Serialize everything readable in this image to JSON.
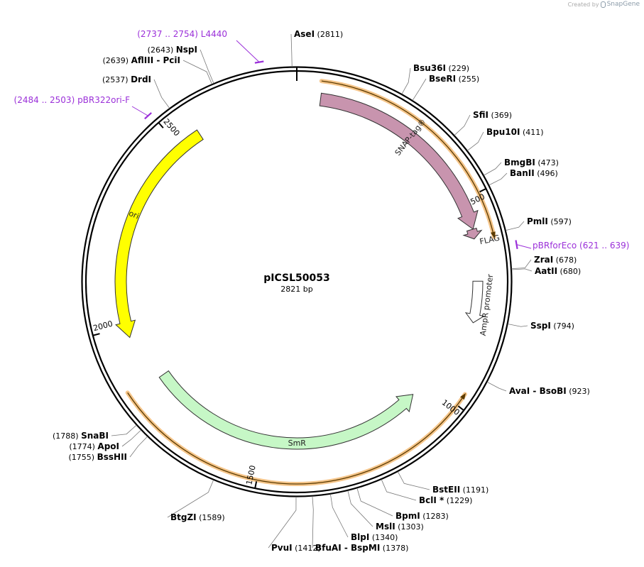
{
  "credit": {
    "prefix": "Created by",
    "brand": "SnapGene"
  },
  "plasmid": {
    "name": "pICSL50053",
    "size_label": "2821 bp",
    "length": 2821
  },
  "colors": {
    "backbone": "#000000",
    "snap_tag": "#c894ae",
    "flag": "#c894ae",
    "ampr_promoter": "#ffffff",
    "smr": "#c6f7c6",
    "ori": "#ffff00",
    "primer": "#9b30d9",
    "orf_highlight": "#f5c58a"
  },
  "ticks": [
    {
      "label": "500",
      "bp": 500
    },
    {
      "label": "1000",
      "bp": 1000
    },
    {
      "label": "1500",
      "bp": 1500
    },
    {
      "label": "2000",
      "bp": 2000
    },
    {
      "label": "2500",
      "bp": 2500
    }
  ],
  "sites": [
    {
      "name": "AseI",
      "pos": "(2811)",
      "bp": 2811
    },
    {
      "name": "Bsu36I",
      "pos": "(229)",
      "bp": 229
    },
    {
      "name": "BseRI",
      "pos": "(255)",
      "bp": 255
    },
    {
      "name": "SfiI",
      "pos": "(369)",
      "bp": 369
    },
    {
      "name": "Bpu10I",
      "pos": "(411)",
      "bp": 411
    },
    {
      "name": "BmgBI",
      "pos": "(473)",
      "bp": 473
    },
    {
      "name": "BanII",
      "pos": "(496)",
      "bp": 496
    },
    {
      "name": "PmlI",
      "pos": "(597)",
      "bp": 597
    },
    {
      "name": "ZraI",
      "pos": "(678)",
      "bp": 678
    },
    {
      "name": "AatII",
      "pos": "(680)",
      "bp": 680
    },
    {
      "name": "SspI",
      "pos": "(794)",
      "bp": 794
    },
    {
      "name": "AvaI  -  BsoBI",
      "pos": "(923)",
      "bp": 923
    },
    {
      "name": "BstEII",
      "pos": "(1191)",
      "bp": 1191
    },
    {
      "name": "BclI *",
      "pos": "(1229)",
      "bp": 1229
    },
    {
      "name": "BpmI",
      "pos": "(1283)",
      "bp": 1283
    },
    {
      "name": "MslI",
      "pos": "(1303)",
      "bp": 1303
    },
    {
      "name": "BlpI",
      "pos": "(1340)",
      "bp": 1340
    },
    {
      "name": "BfuAI  -  BspMI",
      "pos": "(1378)",
      "bp": 1378
    },
    {
      "name": "PvuI",
      "pos": "(1412)",
      "bp": 1412
    },
    {
      "name": "BtgZI",
      "pos": "(1589)",
      "bp": 1589
    },
    {
      "name": "BssHII",
      "pos": "(1755)",
      "bp": 1755
    },
    {
      "name": "ApoI",
      "pos": "(1774)",
      "bp": 1774
    },
    {
      "name": "SnaBI",
      "pos": "(1788)",
      "bp": 1788
    },
    {
      "name": "DrdI",
      "pos": "(2537)",
      "bp": 2537
    },
    {
      "name": "AflIII  -  PciI",
      "pos": "(2639)",
      "bp": 2639
    },
    {
      "name": "NspI",
      "pos": "(2643)",
      "bp": 2643
    }
  ],
  "primers": [
    {
      "name": "L4440",
      "range": "(2737 .. 2754)",
      "bp": 2745
    },
    {
      "name": "pBRforEco",
      "range": "(621 .. 639)",
      "bp": 630
    },
    {
      "name": "pBR322ori-F",
      "range": "(2484 .. 2503)",
      "bp": 2493
    }
  ],
  "features": [
    {
      "name": "SNAP-tag®",
      "start": 58,
      "end": 575,
      "strand": 1
    },
    {
      "name": "FLAG",
      "start": 575,
      "end": 599,
      "strand": 1
    },
    {
      "name": "AmpR promoter",
      "start": 704,
      "end": 808,
      "strand": 1
    },
    {
      "name": "SmR",
      "start": 1051,
      "end": 1843,
      "strand": -1
    },
    {
      "name": "ori",
      "start": 1971,
      "end": 2560,
      "strand": -1
    }
  ],
  "orfs": [
    {
      "start": 55,
      "end": 605,
      "strand": 1
    },
    {
      "start": 970,
      "end": 1855,
      "strand": -1
    }
  ]
}
